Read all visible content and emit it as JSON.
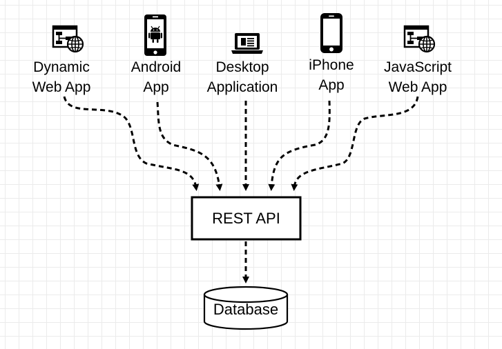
{
  "diagram": {
    "clients": [
      {
        "id": "dynamic-web-app",
        "lines": [
          "Dynamic",
          "Web App"
        ],
        "icon": "web-app-globe-icon"
      },
      {
        "id": "android-app",
        "lines": [
          "Android",
          "App"
        ],
        "icon": "android-phone-icon"
      },
      {
        "id": "desktop-application",
        "lines": [
          "Desktop",
          "Application"
        ],
        "icon": "laptop-icon"
      },
      {
        "id": "iphone-app",
        "lines": [
          "iPhone",
          "App"
        ],
        "icon": "iphone-icon"
      },
      {
        "id": "javascript-web-app",
        "lines": [
          "JavaScript",
          "Web App"
        ],
        "icon": "web-app-globe-icon"
      }
    ],
    "api": {
      "label": "REST API"
    },
    "database": {
      "label": "Database"
    },
    "edges": [
      {
        "from": "dynamic-web-app",
        "to": "rest-api"
      },
      {
        "from": "android-app",
        "to": "rest-api"
      },
      {
        "from": "desktop-application",
        "to": "rest-api"
      },
      {
        "from": "iphone-app",
        "to": "rest-api"
      },
      {
        "from": "javascript-web-app",
        "to": "rest-api"
      },
      {
        "from": "rest-api",
        "to": "database"
      }
    ]
  }
}
